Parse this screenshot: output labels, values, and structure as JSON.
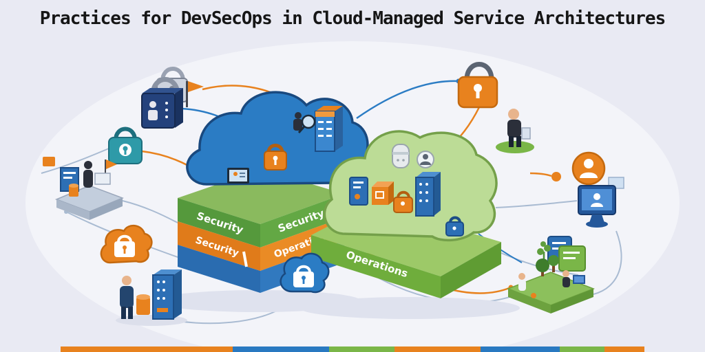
{
  "title": "Practices for DevSecOps in Cloud-Managed Service Architectures",
  "labels": {
    "left_platform_green_left": "Security",
    "left_platform_green_right": "Security",
    "left_platform_orange_left": "Security",
    "left_platform_orange_right": "Operations",
    "right_platform_band": "Operations"
  },
  "palette": {
    "background": "#e9eaf3",
    "title": "#161616",
    "blue": "#2b7cc4",
    "dark_blue": "#1c4d86",
    "navy": "#24427c",
    "green": "#7ab648",
    "light_green": "#bcdc96",
    "orange": "#e8821e",
    "teal": "#2e9aa8",
    "steel_line": "#a9bbd2"
  }
}
